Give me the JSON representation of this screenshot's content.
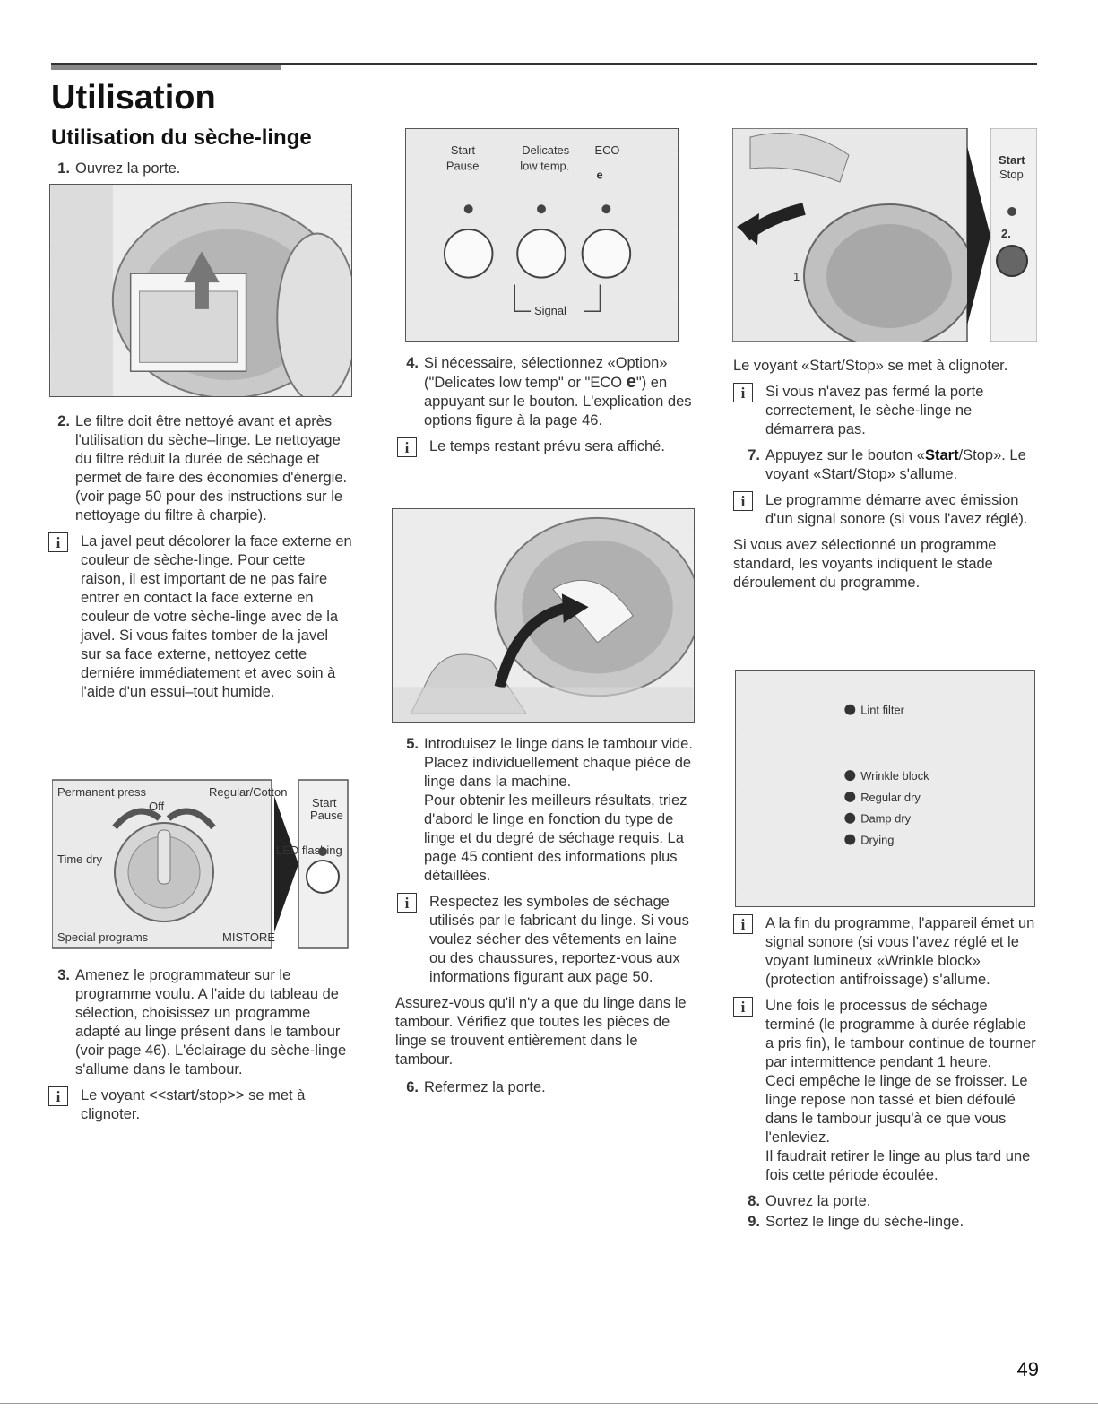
{
  "page": {
    "title": "Utilisation",
    "subtitle": "Utilisation du sèche-linge",
    "page_number": "49"
  },
  "col1": {
    "step1": {
      "num": "1.",
      "text": "Ouvrez la porte."
    },
    "step2": {
      "num": "2.",
      "text": "Le filtre doit être nettoyé avant et après l'utilisation du sèche–linge. Le nettoyage du filtre réduit la durée de séchage et permet de faire des économies d'énergie. (voir page 50 pour des instructions sur le nettoyage du filtre à charpie)."
    },
    "info1": "La javel peut décolorer la face externe en couleur de sèche-linge. Pour cette raison, il est important de ne pas faire entrer en contact la face externe en couleur de votre sèche-linge avec de la javel. Si vous faites tomber de la javel sur sa face externe, nettoyez cette derniére immédiatement et avec soin à l'aide d'un essui–tout humide.",
    "step3": {
      "num": "3.",
      "text": "Amenez le programmateur sur le programme voulu. A l'aide du tableau de sélection, choisissez un programme adapté au linge présent dans le tambour (voir page 46). L'éclairage du sèche-linge s'allume dans le tambour."
    },
    "info2": "Le voyant <<start/stop>> se met à clignoter.",
    "dial_labels": {
      "permanent": "Permanent press",
      "off": "Off",
      "regular": "Regular/Cotton",
      "time": "Time dry",
      "special": "Special programs",
      "start": "Start",
      "pause": "Pause",
      "led": "LED flashing",
      "brand": "MISTORE"
    }
  },
  "col2": {
    "panel": {
      "start": "Start",
      "pause": "Pause",
      "delicates": "Delicates",
      "lowtemp": "low temp.",
      "eco": "ECO",
      "e": "e",
      "signal": "Signal"
    },
    "step4": {
      "num": "4.",
      "text_a": "Si nécessaire, sélectionnez «Option» (\"Delicates low temp\" or \"ECO ",
      "e": "e",
      "text_b": "\") en appuyant sur le bouton. L'explication des options figure à la page 46."
    },
    "info1": "Le temps restant prévu sera affiché.",
    "step5": {
      "num": "5.",
      "text": "Introduisez le linge dans le tambour vide. Placez individuellement chaque pièce de linge dans la machine.",
      "text2": "Pour obtenir les meilleurs résultats, triez d'abord le linge en fonction du type de linge et du degré de séchage requis. La page 45 contient des informations plus détaillées."
    },
    "info2": "Respectez les symboles de séchage utilisés par le fabricant du linge. Si vous voulez sécher des vêtements en laine ou des chaussures, reportez-vous aux informations figurant aux page 50.",
    "para1": "Assurez-vous qu'il n'y a que du linge dans le tambour. Vérifiez que toutes les pièces de linge se trouvent entièrement dans le tambour.",
    "step6": {
      "num": "6.",
      "text": "Refermez la porte."
    }
  },
  "col3": {
    "door_fig": {
      "start": "Start",
      "stop": "Stop",
      "one": "1",
      "two": "2."
    },
    "para1": "Le voyant «Start/Stop» se met à clignoter.",
    "info1": "Si vous n'avez pas fermé la porte correctement, le sèche-linge ne démarrera pas.",
    "step7": {
      "num": "7.",
      "text_a": "Appuyez sur le bouton «",
      "bold": "Start",
      "text_b": "/Stop». Le voyant «Start/Stop» s'allume."
    },
    "info2": "Le programme démarre avec émission d'un signal sonore (si vous l'avez réglé).",
    "para2": "Si vous avez sélectionné un programme standard, les voyants indiquent le stade déroulement du programme.",
    "status_panel": {
      "lint": "Lint filter",
      "wrinkle": "Wrinkle block",
      "regular": "Regular dry",
      "damp": "Damp dry",
      "drying": "Drying"
    },
    "info3": "A la fin du programme, l'appareil émet un signal sonore (si vous l'avez réglé et le voyant lumineux «Wrinkle block» (protection antifroissage) s'allume.",
    "info4": "Une fois le processus de séchage terminé (le programme à durée réglable a pris fin), le tambour continue de tourner par intermittence pendant 1 heure.",
    "info4b": "Ceci empêche le linge de se froisser. Le linge repose non tassé et bien défoulé dans le tambour jusqu'à ce que vous l'enleviez.",
    "info4c": "Il faudrait retirer le linge au plus tard une fois cette période écoulée.",
    "step8": {
      "num": "8.",
      "text": "Ouvrez la porte."
    },
    "step9": {
      "num": "9.",
      "text": "Sortez le linge du sèche-linge."
    }
  },
  "icons": {
    "info": "info-icon",
    "arrow": "arrow-icon",
    "indicator": "indicator-light-icon"
  },
  "colors": {
    "text": "#333333",
    "rule": "#333333",
    "figure_bg": "#e8e8e8"
  },
  "info_glyph": "i"
}
